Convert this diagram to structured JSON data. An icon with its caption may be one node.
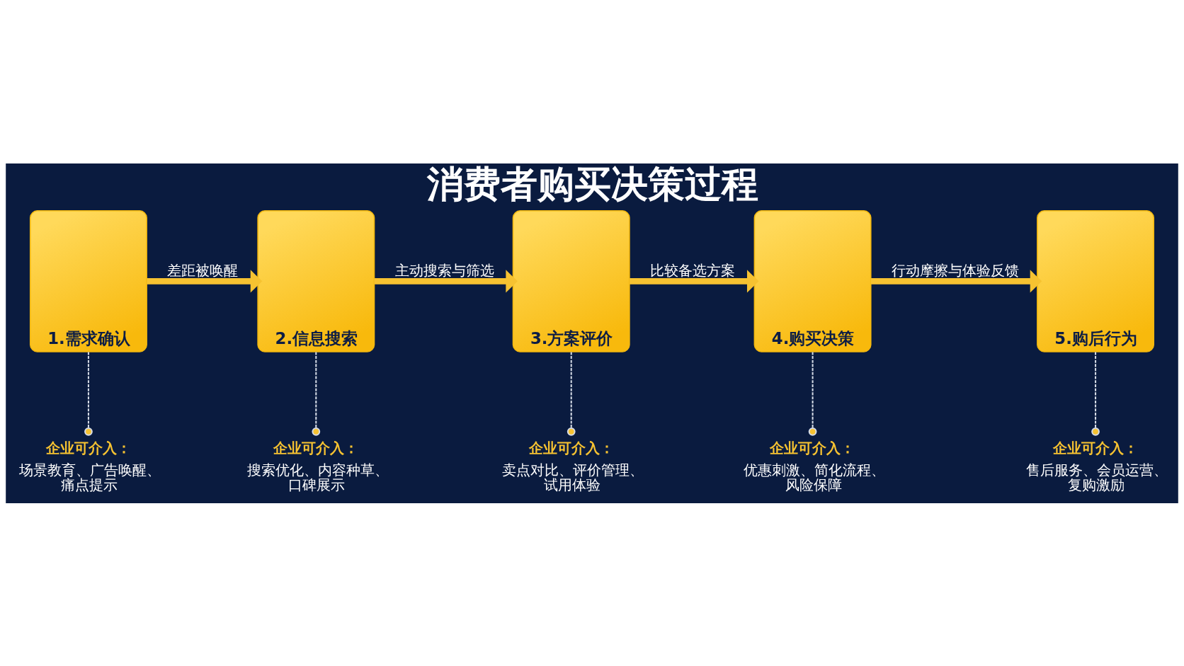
{
  "diagram": {
    "title": "消费者购买决策过程",
    "nodes": [
      {
        "text": [
          "1.需求确认"
        ]
      },
      {
        "text": [
          "2.信息搜索"
        ]
      },
      {
        "text": [
          "3.方案评价"
        ]
      },
      {
        "text": [
          "4.购买决策"
        ]
      },
      {
        "text": [
          "5.购后行为"
        ]
      },
      {
        "text": [
          "企业可介入：",
          "场景教育、广告唤醒、痛点提示"
        ]
      },
      {
        "text": [
          "企业可介入：",
          "搜索优化、内容种草、口碑展示"
        ]
      },
      {
        "text": [
          "企业可介入：",
          "卖点对比、评价管理、试用体验"
        ]
      },
      {
        "text": [
          "企业可介入：",
          "优惠刺激、简化流程、风险保障"
        ]
      },
      {
        "text": [
          "企业可介入：",
          "售后服务、会员运营、复购激励"
        ]
      }
    ],
    "edges": [
      {
        "from": 0,
        "to": 1,
        "arrow": "to",
        "label": "差距被唤醒",
        "style": "thick",
        "color": "#f6c231"
      },
      {
        "from": 1,
        "to": 2,
        "arrow": "to",
        "label": "主动搜索与筛选",
        "style": "thick",
        "color": "#f6c231"
      },
      {
        "from": 2,
        "to": 3,
        "arrow": "to",
        "label": "比较备选方案",
        "style": "thick",
        "color": "#f6c231"
      },
      {
        "from": 3,
        "to": 4,
        "arrow": "to",
        "label": "行动摩擦与体验反馈",
        "style": "thick",
        "color": "#f6c231"
      },
      {
        "from": 0,
        "to": 5,
        "arrow": "other",
        "style": "dashed"
      },
      {
        "from": 1,
        "to": 6,
        "arrow": "other",
        "style": "dashed"
      },
      {
        "from": 2,
        "to": 7,
        "arrow": "other",
        "style": "dashed"
      },
      {
        "from": 3,
        "to": 8,
        "arrow": "other",
        "style": "dashed"
      },
      {
        "from": 4,
        "to": 9,
        "arrow": "other",
        "style": "dashed"
      }
    ]
  }
}
